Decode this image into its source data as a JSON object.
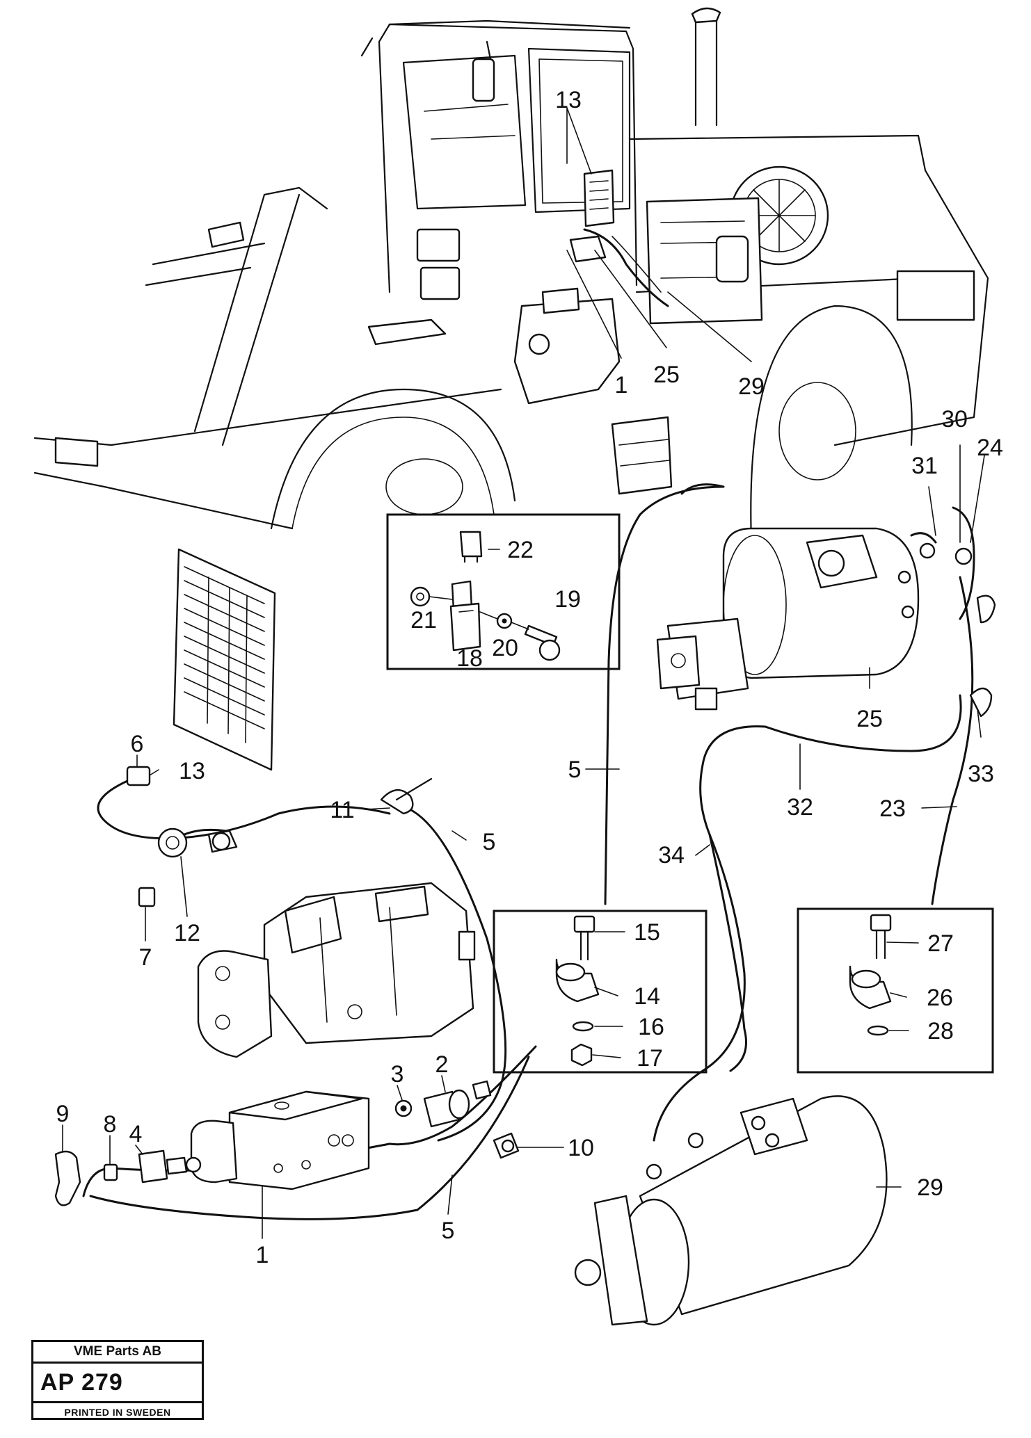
{
  "callouts": {
    "top_13": "13",
    "top_1": "1",
    "top_25": "25",
    "top_29": "29",
    "c30": "30",
    "c24": "24",
    "c31": "31",
    "c22": "22",
    "c19": "19",
    "c21": "21",
    "c20": "20",
    "c18": "18",
    "mid_25": "25",
    "c6": "6",
    "mid_13": "13",
    "c33": "33",
    "right_5": "5",
    "c32": "32",
    "c23": "23",
    "c11": "11",
    "left_5": "5",
    "c34": "34",
    "c7": "7",
    "c12": "12",
    "c15": "15",
    "c27": "27",
    "c14": "14",
    "c26": "26",
    "c16": "16",
    "c28": "28",
    "c17": "17",
    "c3": "3",
    "c2": "2",
    "c10": "10",
    "c9": "9",
    "c8": "8",
    "c4": "4",
    "bottom_5": "5",
    "bottom_1": "1",
    "bottom_29": "29"
  },
  "title_block": {
    "company": "VME Parts AB",
    "code": "AP 279",
    "printed": "PRINTED IN SWEDEN"
  }
}
